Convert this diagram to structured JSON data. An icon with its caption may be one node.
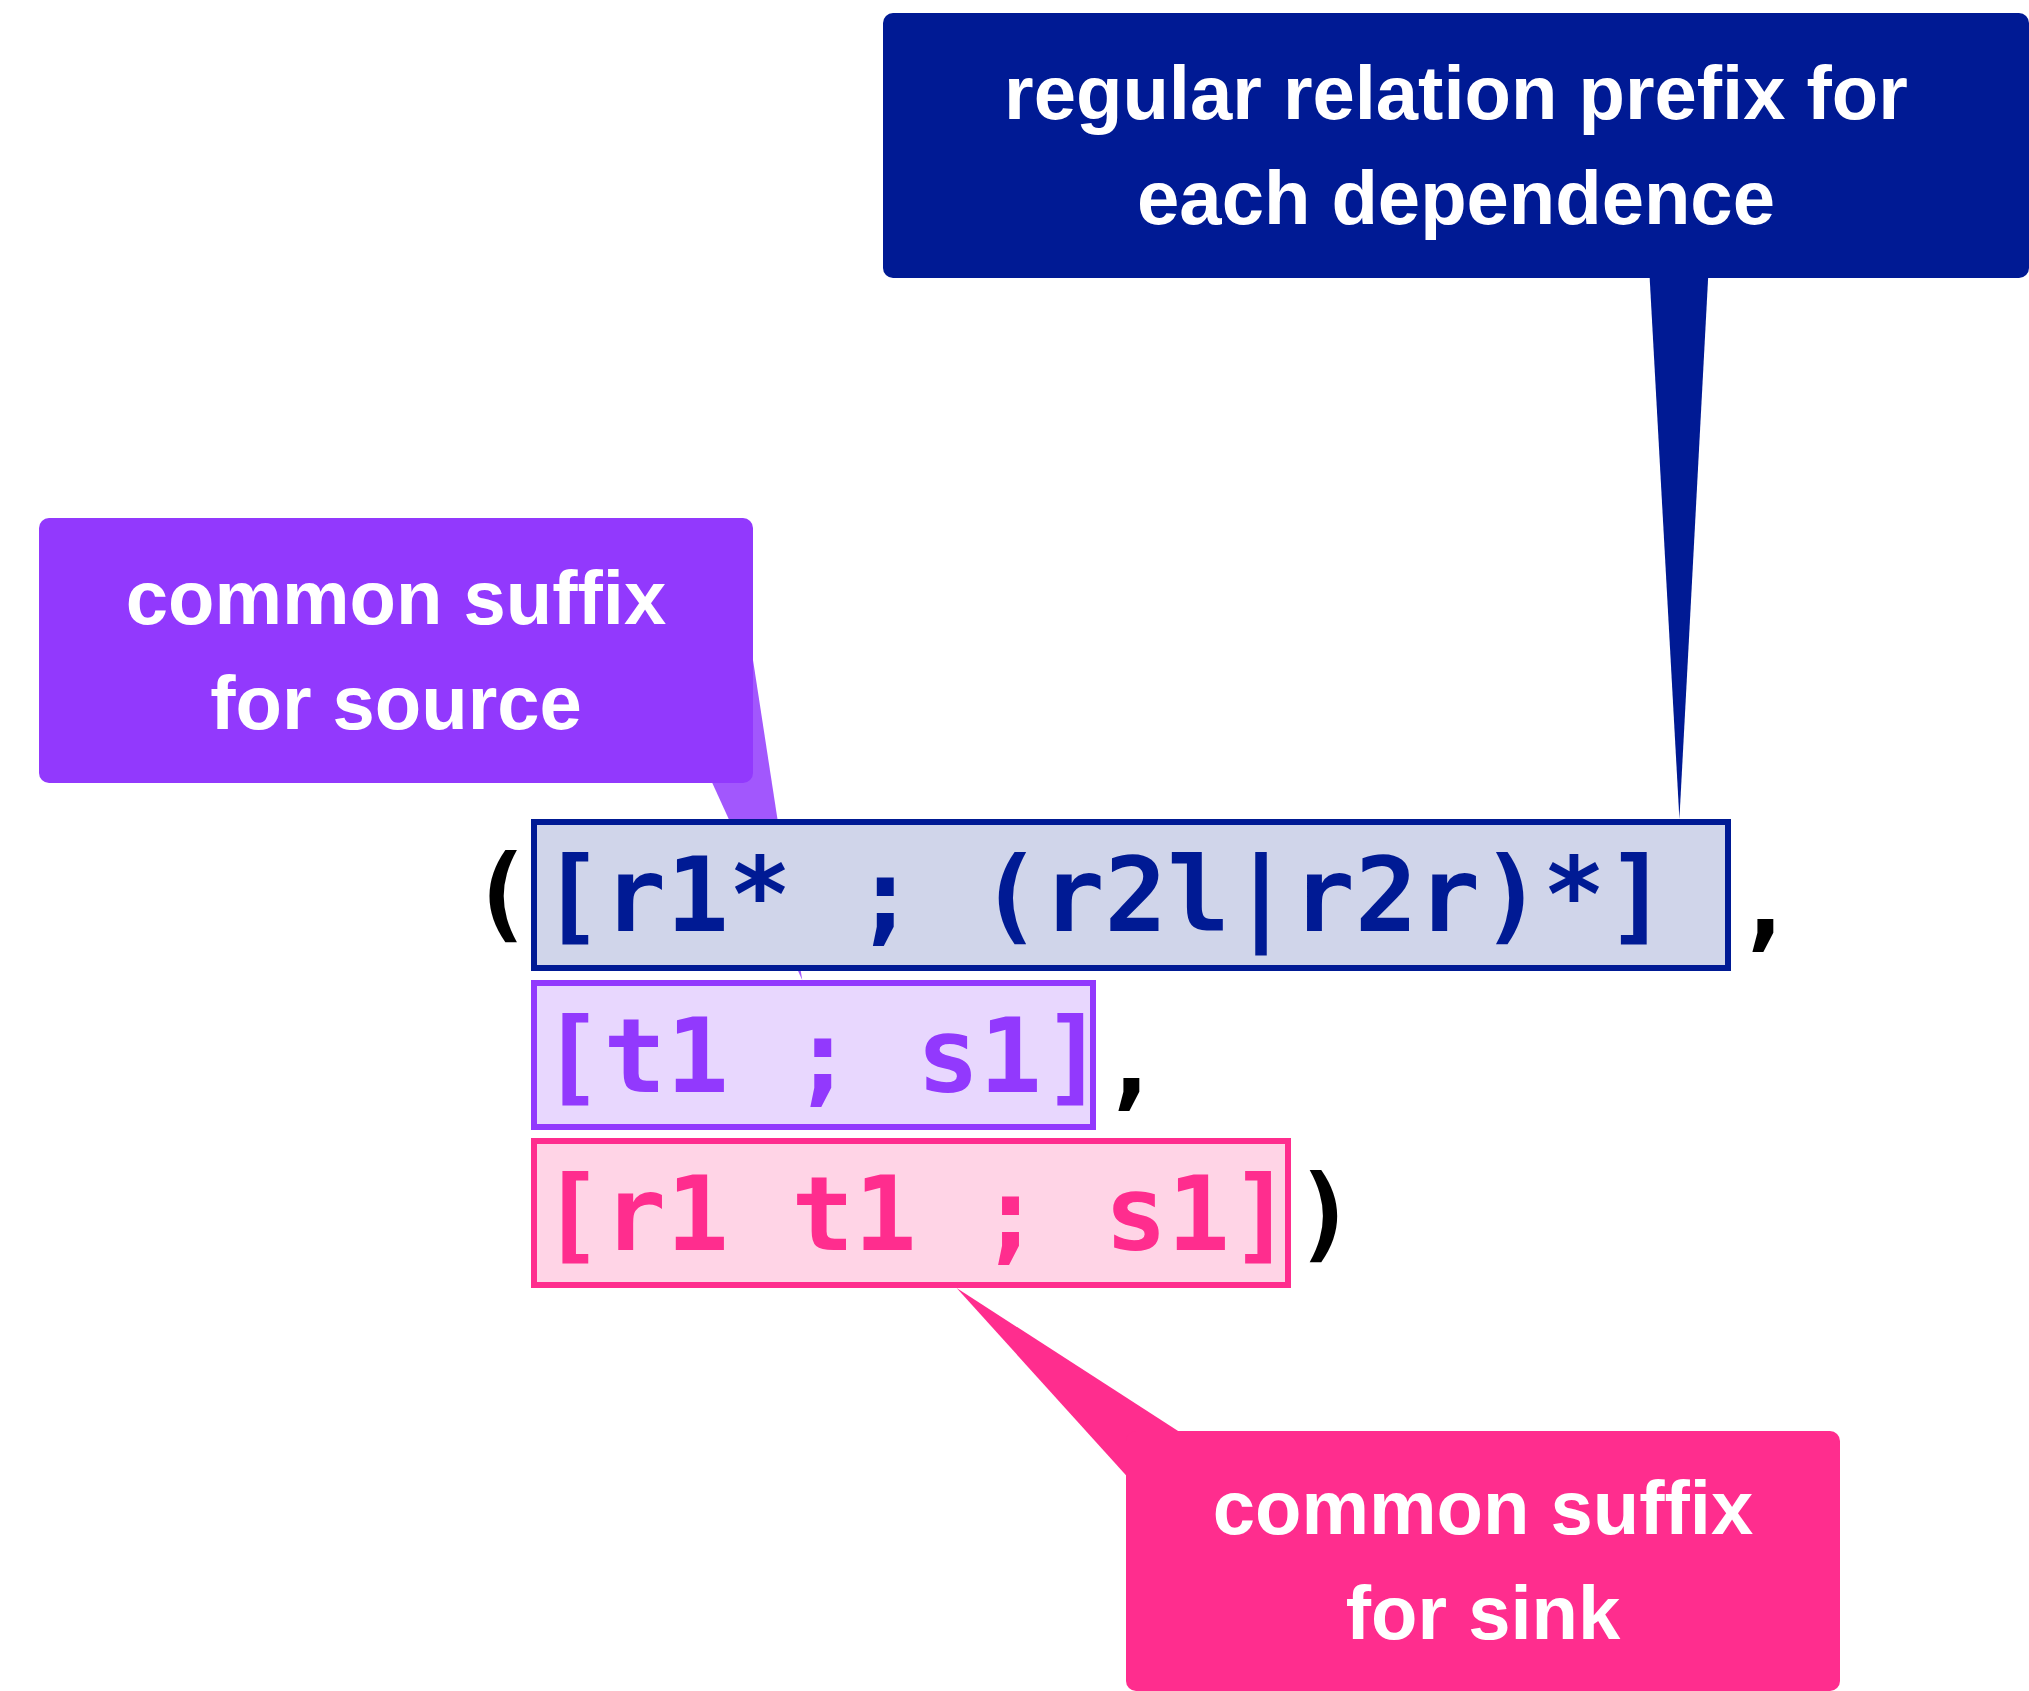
{
  "diagram": {
    "nodes": [
      {
        "text": [
          "regular relation prefix for each dependence"
        ]
      },
      {
        "text": [
          "common suffix for source"
        ]
      },
      {
        "text": [
          "common suffix for sink"
        ]
      },
      {
        "text": [
          "[r1* ; (r2l|r2r)*]"
        ]
      },
      {
        "text": [
          "[t1 ; s1]"
        ]
      },
      {
        "text": [
          "[r1 t1 ; s1]"
        ]
      }
    ],
    "edges": [
      {
        "from": 0,
        "to": 3,
        "arrow": "none",
        "color": "#001a94"
      },
      {
        "from": 1,
        "to": 4,
        "arrow": "none",
        "color": "#9239fd"
      },
      {
        "from": 2,
        "to": 5,
        "arrow": "none",
        "color": "#ff2d8e"
      }
    ],
    "labels": [
      "(",
      ",",
      ",",
      ")"
    ]
  }
}
